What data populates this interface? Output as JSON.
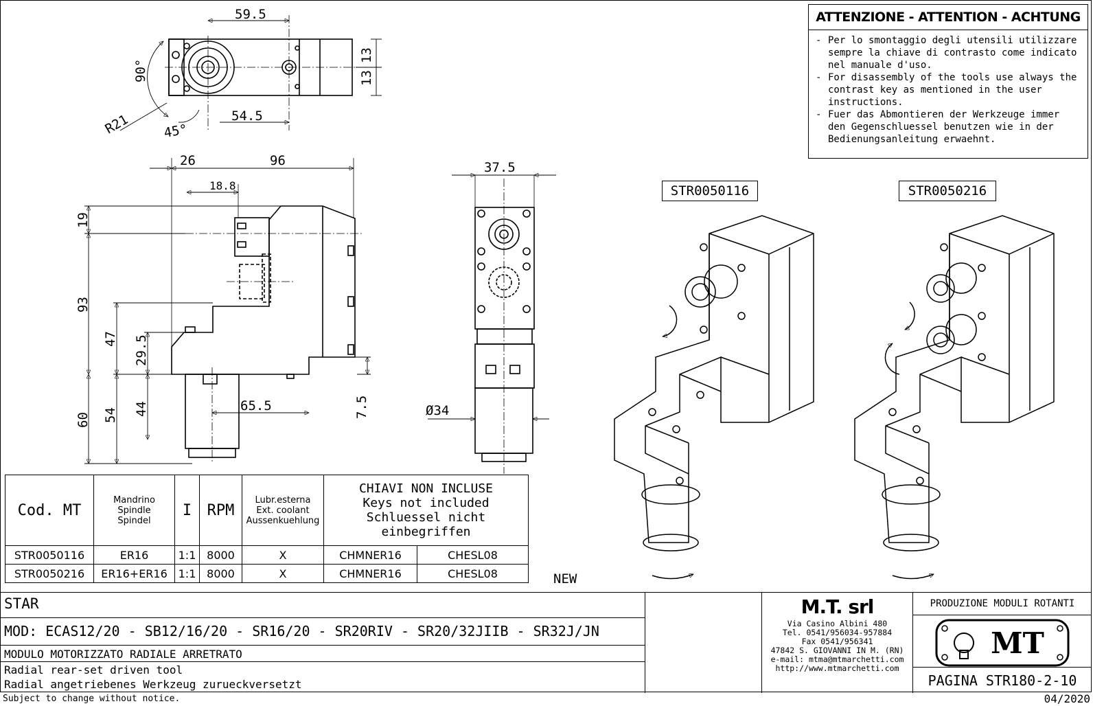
{
  "warning": {
    "title": "ATTENZIONE - ATTENTION - ACHTUNG",
    "lines": [
      "Per lo smontaggio degli utensili utilizzare sempre la chiave di contrasto come indicato nel manuale d'uso.",
      "For disassembly of the tools use always the contrast key as mentioned in the user instructions.",
      "Fuer das Abmontieren der Werkzeuge immer den Gegenschluessel benutzen wie in der Bedienungsanleitung erwaehnt."
    ]
  },
  "views": {
    "code_a": "STR0050116",
    "code_b": "STR0050216"
  },
  "dimensions": {
    "d59_5": "59.5",
    "d54_5": "54.5",
    "d13a": "13",
    "d13b": "13",
    "d90": "90°",
    "d45": "45°",
    "dR21": "R21",
    "d26": "26",
    "d96": "96",
    "d18_8": "18.8",
    "d19": "19",
    "d93": "93",
    "d47": "47",
    "d29_5": "29.5",
    "d60": "60",
    "d54": "54",
    "d44": "44",
    "d65_5": "65.5",
    "d7_5": "7.5",
    "d37_5": "37.5",
    "d34": "Ø34"
  },
  "table": {
    "headers": {
      "code": "Cod. MT",
      "spindle": [
        "Mandrino",
        "Spindle",
        "Spindel"
      ],
      "ratio": "I",
      "rpm": "RPM",
      "coolant": [
        "Lubr.esterna",
        "Ext. coolant",
        "Aussenkuehlung"
      ],
      "keys": [
        "CHIAVI NON INCLUSE",
        "Keys not included",
        "Schluessel nicht einbegriffen"
      ]
    },
    "rows": [
      {
        "code": "STR0050116",
        "spindle": "ER16",
        "ratio": "1:1",
        "rpm": "8000",
        "coolant": "X",
        "key1": "CHMNER16",
        "key2": "CHESL08"
      },
      {
        "code": "STR0050216",
        "spindle": "ER16+ER16",
        "ratio": "1:1",
        "rpm": "8000",
        "coolant": "X",
        "key1": "CHMNER16",
        "key2": "CHESL08"
      }
    ],
    "new_label": "NEW"
  },
  "title_block": {
    "brand": "STAR",
    "models": "MOD: ECAS12/20 - SB12/16/20 - SR16/20 - SR20RIV - SR20/32JIIB - SR32J/JN",
    "desc_it": "MODULO MOTORIZZATO RADIALE ARRETRATO",
    "desc_en": "Radial rear-set driven tool",
    "desc_de": "Radial angetriebenes Werkzeug zurueckversetzt",
    "company": "M.T. srl",
    "address": [
      "Via Casino Albini 480",
      "Tel. 0541/956034-957884",
      "Fax 0541/956341",
      "47842 S. GIOVANNI IN M. (RN)",
      "e-mail: mtma@mtmarchetti.com",
      "http://www.mtmarchetti.com"
    ],
    "production": "PRODUZIONE MODULI ROTANTI",
    "logo_text": "MT",
    "page": "PAGINA STR180-2-10"
  },
  "footer": {
    "notice": "Subject to change without notice.",
    "date": "04/2020"
  }
}
